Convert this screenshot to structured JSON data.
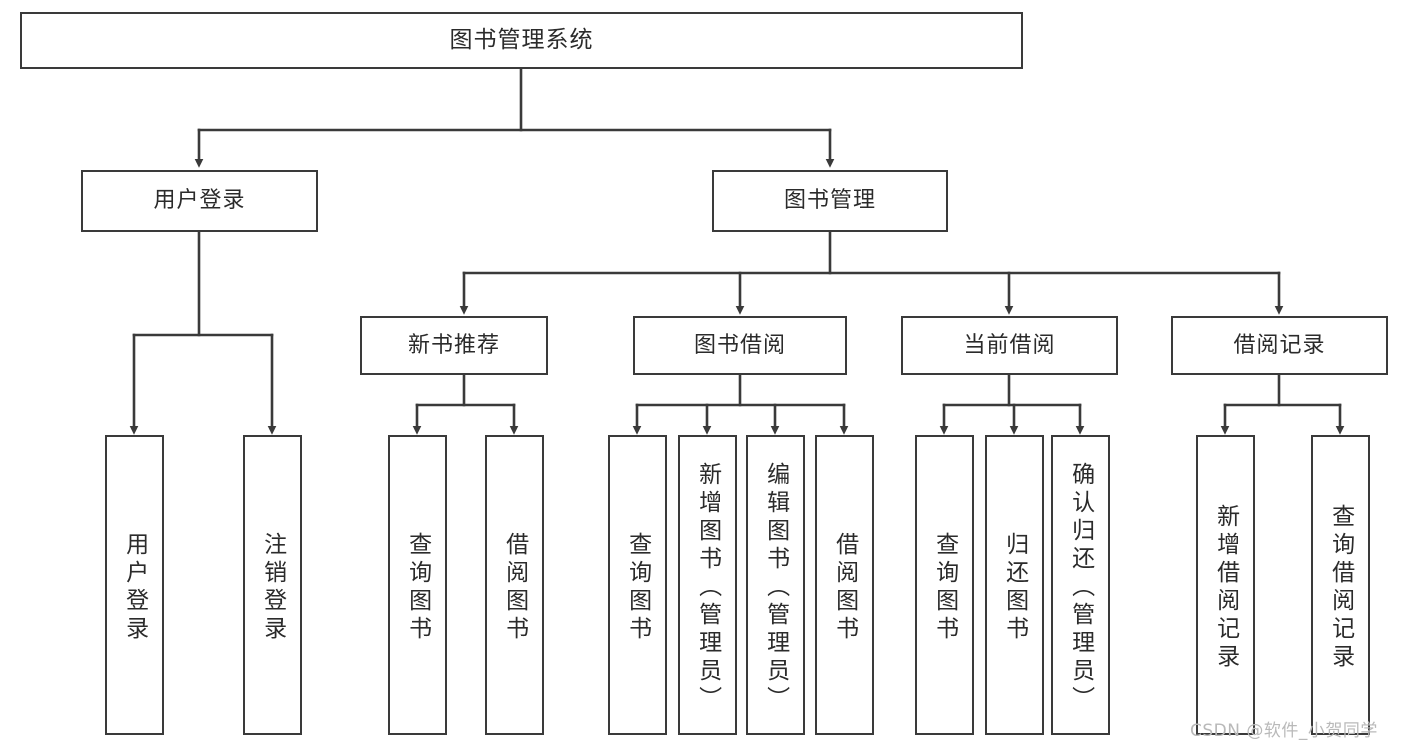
{
  "diagram": {
    "title": "图书管理系统",
    "watermark": "CSDN @软件_小贺同学",
    "line_color": "#3a3a3a",
    "text_color": "#2b2b2b",
    "background": "#ffffff",
    "root": {
      "label": "图书管理系统"
    },
    "level1": [
      {
        "label": "用户登录"
      },
      {
        "label": "图书管理"
      }
    ],
    "level2": [
      {
        "label": "新书推荐"
      },
      {
        "label": "图书借阅"
      },
      {
        "label": "当前借阅"
      },
      {
        "label": "借阅记录"
      }
    ],
    "leaves": {
      "user_login": [
        {
          "label": "用户登录"
        },
        {
          "label": "注销登录"
        }
      ],
      "new_book": [
        {
          "label": "查询图书"
        },
        {
          "label": "借阅图书"
        }
      ],
      "borrow": [
        {
          "label": "查询图书"
        },
        {
          "label": "新增图书（管理员）"
        },
        {
          "label": "编辑图书（管理员）"
        },
        {
          "label": "借阅图书"
        }
      ],
      "current": [
        {
          "label": "查询图书"
        },
        {
          "label": "归还图书"
        },
        {
          "label": "确认归还（管理员）"
        }
      ],
      "records": [
        {
          "label": "新增借阅记录"
        },
        {
          "label": "查询借阅记录"
        }
      ]
    }
  }
}
